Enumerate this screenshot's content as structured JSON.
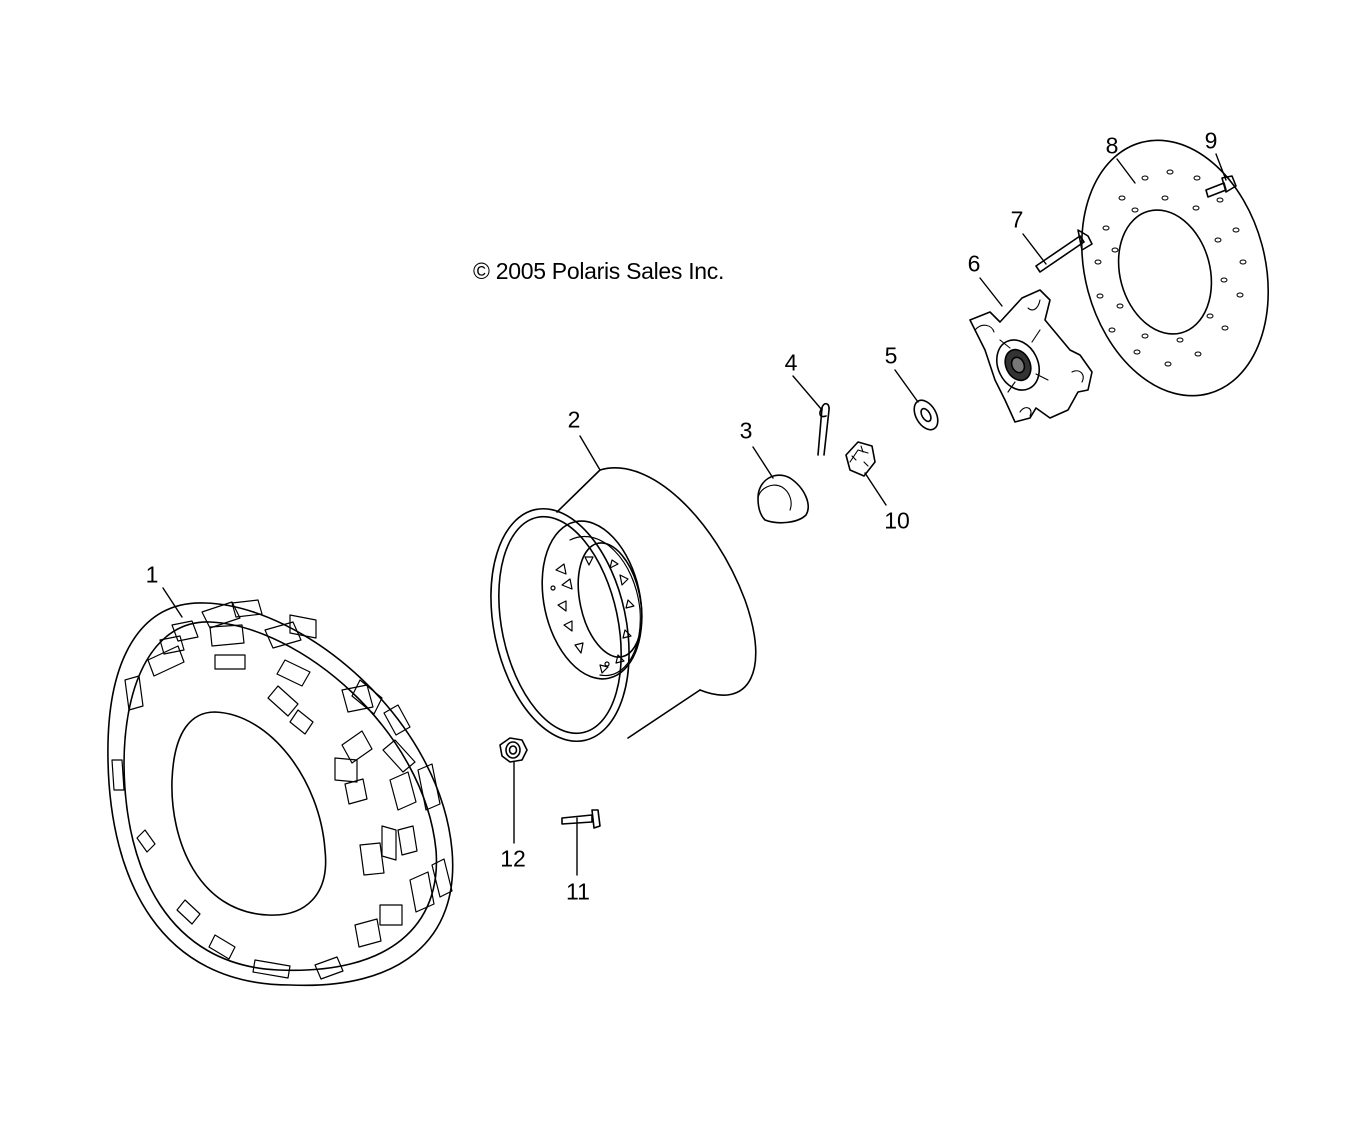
{
  "copyright": "© 2005 Polaris Sales Inc.",
  "parts": [
    {
      "id": "tire",
      "label": "1"
    },
    {
      "id": "wheel-rim",
      "label": "2"
    },
    {
      "id": "hub-cap",
      "label": "3"
    },
    {
      "id": "cotter-pin",
      "label": "4"
    },
    {
      "id": "washer",
      "label": "5"
    },
    {
      "id": "wheel-hub",
      "label": "6"
    },
    {
      "id": "hub-stud",
      "label": "7"
    },
    {
      "id": "brake-disc",
      "label": "8"
    },
    {
      "id": "disc-bolt",
      "label": "9"
    },
    {
      "id": "castle-nut",
      "label": "10"
    },
    {
      "id": "wheel-stud",
      "label": "11"
    },
    {
      "id": "lug-nut",
      "label": "12"
    }
  ]
}
